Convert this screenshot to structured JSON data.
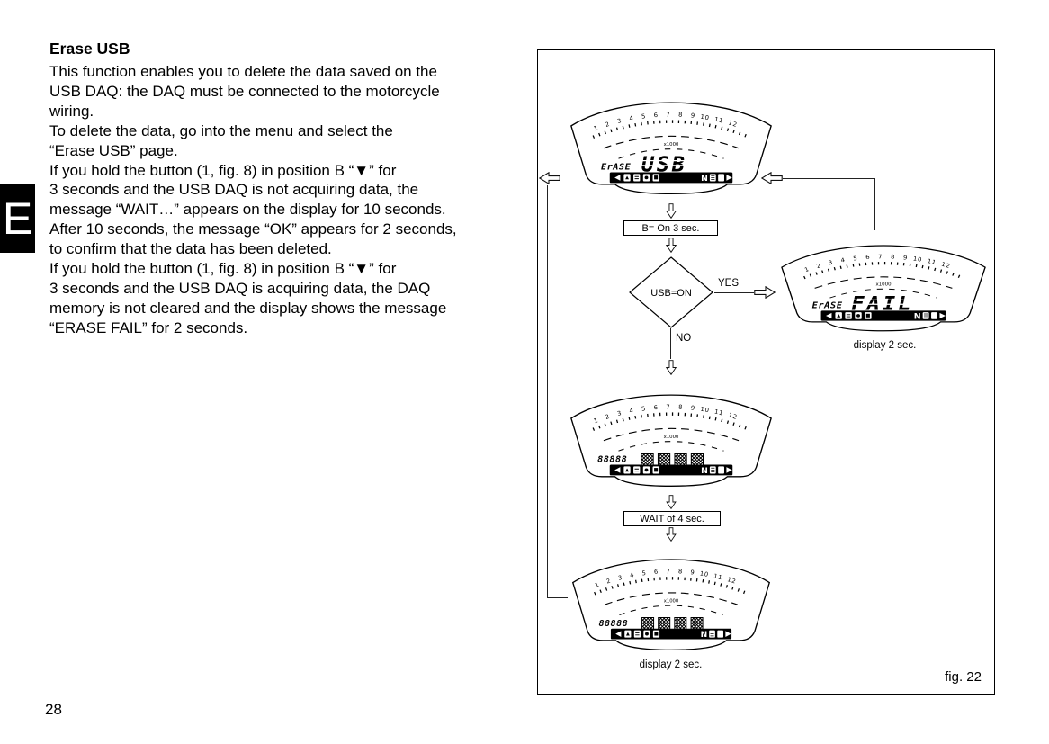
{
  "colors": {
    "paper": "#ffffff",
    "ink": "#000000"
  },
  "page": {
    "number": "28",
    "section_tab": "E"
  },
  "article": {
    "title": "Erase USB",
    "lines": [
      "This function enables you to delete the data saved on the",
      "USB DAQ: the DAQ must be connected to the motorcycle",
      "wiring.",
      "To delete the data, go into the menu and select the",
      "“Erase USB” page.",
      "If you hold the button (1, fig. 8) in position B “▼” for",
      "3 seconds and the USB DAQ is not acquiring data, the",
      "message “WAIT…” appears on the display for 10 seconds.",
      "After 10 seconds, the message “OK” appears for 2 seconds,",
      "to confirm that the data has been deleted.",
      "If you hold the button (1, fig. 8) in position B “▼” for",
      "3 seconds and the USB DAQ is acquiring data, the DAQ",
      "memory is not cleared and the display shows the message",
      "“ERASE FAIL” for 2 seconds."
    ]
  },
  "figure": {
    "label": "fig. 22",
    "flow": {
      "step_hold": "B= On 3 sec.",
      "decision": "USB=ON",
      "yes": "YES",
      "no": "NO",
      "step_wait": "WAIT of 4 sec.",
      "caption_fail": "display 2 sec.",
      "caption_result": "display 2 sec."
    },
    "dashboard": {
      "tach_scale": "1   2   3   4   5   6   7   8   9  10  11  12",
      "multiplier": "x1000",
      "neutral": "N"
    },
    "displays": {
      "erase_usb": {
        "small": "ErASE",
        "big": "USB"
      },
      "erase_fail": {
        "small": "ErASE",
        "big": "FAIL"
      },
      "wait_message": {
        "small": "88888",
        "big": "▩▩▩▩"
      },
      "result_message": {
        "small": "88888",
        "big": "▩▩▩▩"
      }
    },
    "icons": {
      "open_arrow_down": "⇩",
      "open_arrow_right": "⇨",
      "open_arrow_left": "⇦"
    }
  }
}
